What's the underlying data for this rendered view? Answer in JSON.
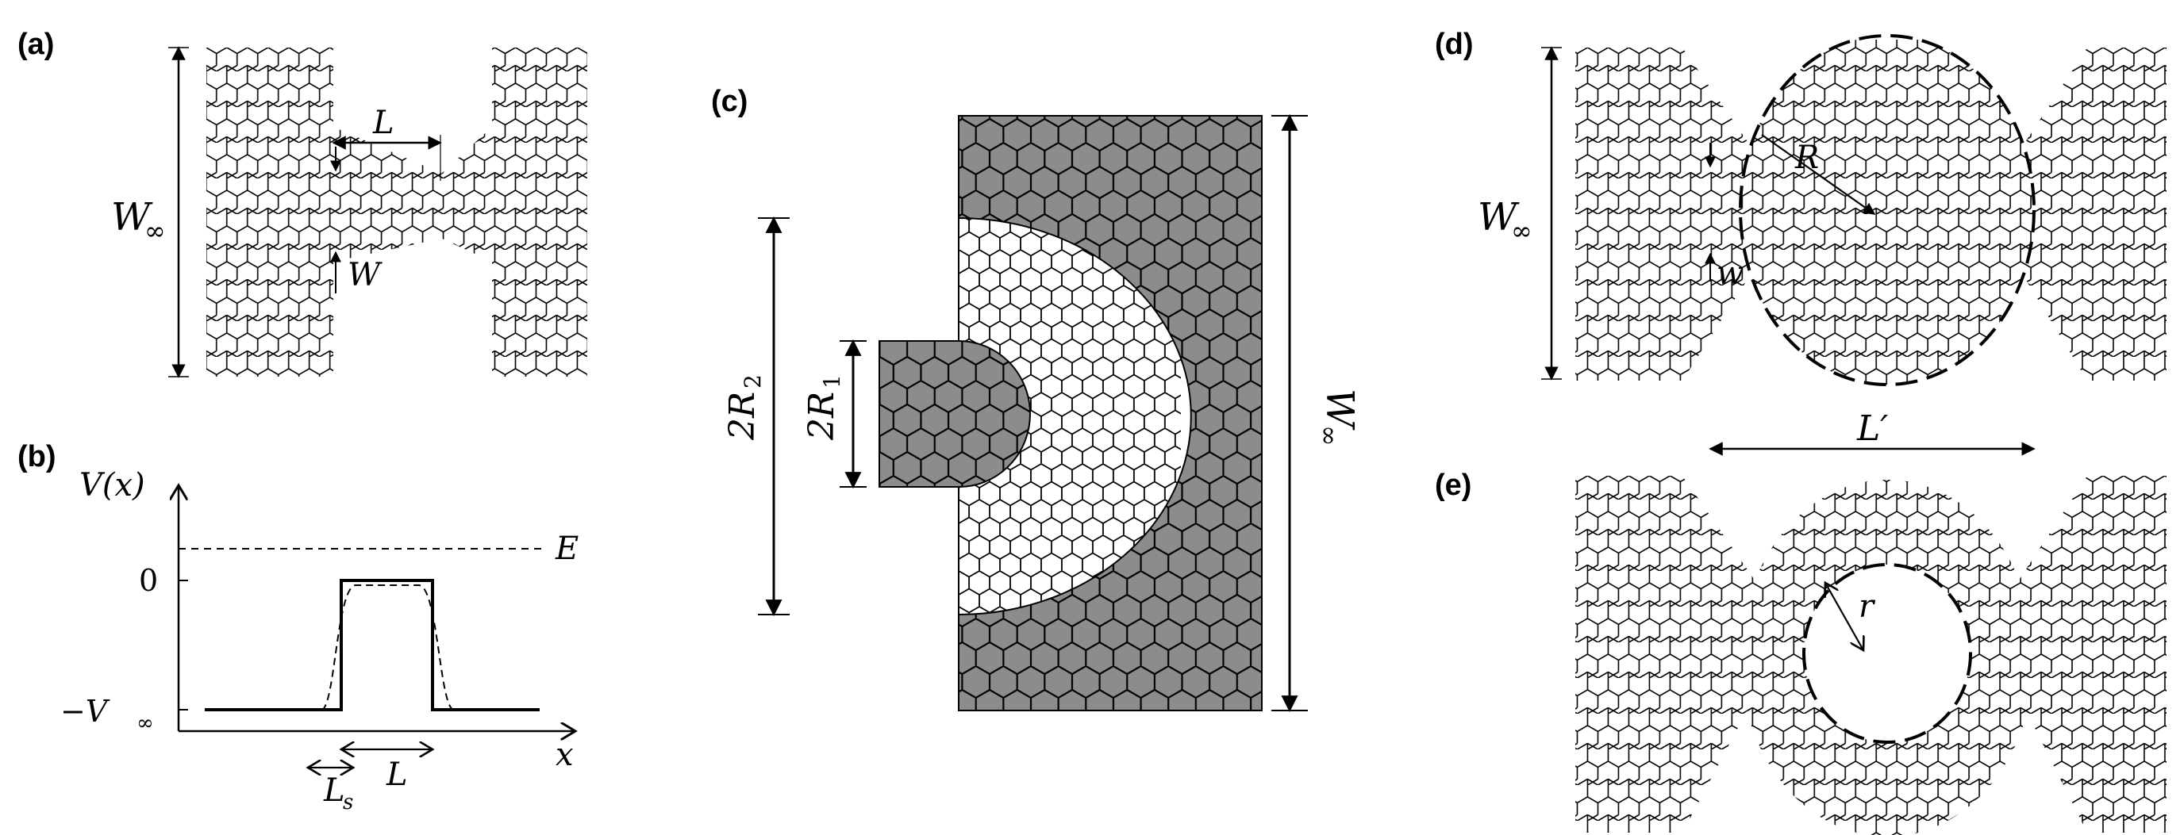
{
  "panels": {
    "a": {
      "label": "(a)",
      "L": "L",
      "W": "W",
      "Winf": "W",
      "inf": "∞"
    },
    "b": {
      "label": "(b)",
      "ylabel": "V(x)",
      "xlabel": "x",
      "E": "E",
      "zero": "0",
      "minus_V": "−V",
      "inf": "∞",
      "L": "L",
      "Ls": "L",
      "s": "s"
    },
    "c": {
      "label": "(c)",
      "twoR2": "2R",
      "two": "2",
      "twoR1": "2R",
      "one": "1",
      "Winf": "W",
      "inf": "∞"
    },
    "d": {
      "label": "(d)",
      "R": "R",
      "w": "w",
      "Winf": "W",
      "inf": "∞",
      "Lprime": "L′"
    },
    "e": {
      "label": "(e)",
      "r": "r"
    }
  },
  "colors": {
    "line": "#000000",
    "lattice_fill": "#8c8c8c",
    "background": "#ffffff"
  }
}
